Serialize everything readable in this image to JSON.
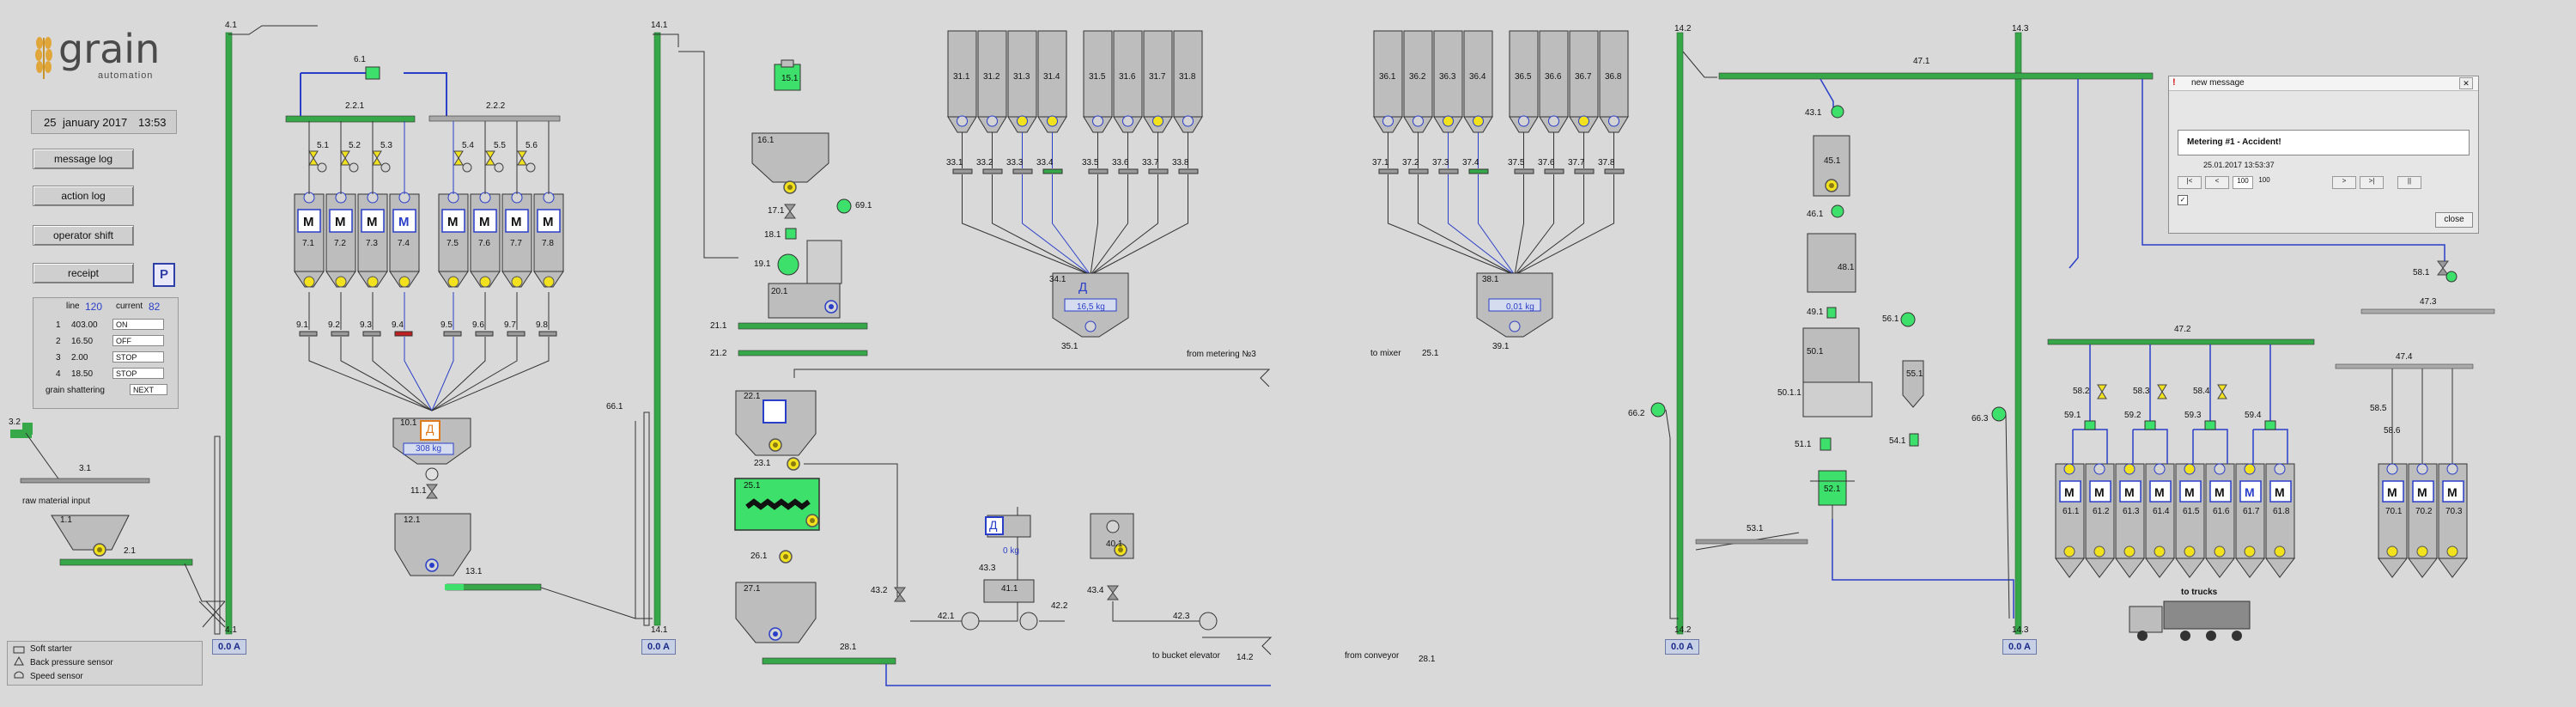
{
  "brand": {
    "name": "grain",
    "tagline": "automation"
  },
  "datetime": {
    "day": "25",
    "month": "january 2017",
    "time": "13:53"
  },
  "menu": {
    "message_log": "message log",
    "action_log": "action log",
    "operator_shift": "operator shift",
    "receipt": "receipt",
    "p_badge": "P"
  },
  "line_panel": {
    "line_label": "line",
    "line_value": "120",
    "current_label": "current",
    "current_value": "82",
    "rows": [
      {
        "n": "1",
        "value": "403.00",
        "state": "ON"
      },
      {
        "n": "2",
        "value": "16.50",
        "state": "OFF"
      },
      {
        "n": "3",
        "value": "2.00",
        "state": "STOP"
      },
      {
        "n": "4",
        "value": "18.50",
        "state": "STOP"
      }
    ],
    "shatter_label": "grain shattering",
    "shatter_state": "NEXT"
  },
  "legend": [
    "Soft starter",
    "Back pressure sensor",
    "Speed sensor"
  ],
  "elevators": [
    {
      "top": "4.1",
      "bottom": "4.1",
      "amps": "0.0 A"
    },
    {
      "top": "14.1",
      "bottom": "14.1",
      "amps": "0.0 A"
    },
    {
      "top": "14.2",
      "bottom": "14.2",
      "amps": "0.0 A"
    },
    {
      "top": "14.3",
      "bottom": "14.3",
      "amps": "0.0 A"
    }
  ],
  "flow_labels": {
    "raw_input": "raw material input",
    "from_metering": "from metering  №3",
    "to_mixer": "to mixer",
    "to_bucket": "to bucket elevator",
    "from_conveyor": "from conveyor",
    "to_trucks": "to trucks"
  },
  "scales": {
    "s10": "308 kg",
    "s34": "16,5 kg",
    "s38": "0,01 kg",
    "s43": "0 kg",
    "glyph": "Д"
  },
  "bins_a": [
    "31.1",
    "31.2",
    "31.3",
    "31.4",
    "31.5",
    "31.6",
    "31.7",
    "31.8"
  ],
  "bins_b": [
    "36.1",
    "36.2",
    "36.3",
    "36.4",
    "36.5",
    "36.6",
    "36.7",
    "36.8"
  ],
  "gates_a": [
    "33.1",
    "33.2",
    "33.3",
    "33.4",
    "33.5",
    "33.6",
    "33.7",
    "33.8"
  ],
  "gates_b": [
    "37.1",
    "37.2",
    "37.3",
    "37.4",
    "37.5",
    "37.6",
    "37.7",
    "37.8"
  ],
  "mixers_7": [
    "7.1",
    "7.2",
    "7.3",
    "7.4",
    "7.5",
    "7.6",
    "7.7",
    "7.8"
  ],
  "bins_61": [
    "61.1",
    "61.2",
    "61.3",
    "61.4",
    "61.5",
    "61.6",
    "61.7",
    "61.8"
  ],
  "bins_70": [
    "70.1",
    "70.2",
    "70.3"
  ],
  "tags": {
    "t2_2_1": "2.2.1",
    "t2_2_2": "2.2.2",
    "t6_1": "6.1",
    "t3_1": "3.1",
    "t3_2": "3.2",
    "t1_1": "1.1",
    "t2_1": "2.1",
    "t5": [
      "5.1",
      "5.2",
      "5.3",
      "5.4",
      "5.5",
      "5.6"
    ],
    "t9": [
      "9.1",
      "9.2",
      "9.3",
      "9.4",
      "9.5",
      "9.6",
      "9.7",
      "9.8"
    ],
    "t10_1": "10.1",
    "t11_1": "11.1",
    "t12_1": "12.1",
    "t13_1": "13.1",
    "t66_1": "66.1",
    "t15_1": "15.1",
    "t16_1": "16.1",
    "t17_1": "17.1",
    "t18_1": "18.1",
    "t19_1": "19.1",
    "t20_1": "20.1",
    "t69_1": "69.1",
    "t21_1": "21.1",
    "t21_2": "21.2",
    "t22_1": "22.1",
    "t23_1": "23.1",
    "t25_1": "25.1",
    "t26_1": "26.1",
    "t27_1": "27.1",
    "t28_1": "28.1",
    "t34_1": "34.1",
    "t35_1": "35.1",
    "t38_1": "38.1",
    "t39_1": "39.1",
    "t25_1b": "25.1",
    "t14_2": "14.2",
    "t43_2": "43.2",
    "t43_3": "43.3",
    "t41_1": "41.1",
    "t42_1": "42.1",
    "t42_2": "42.2",
    "t40_1": "40.1",
    "t43_4": "43.4",
    "t42_3": "42.3",
    "t28_1b": "28.1",
    "t47_1": "47.1",
    "t43_1": "43.1",
    "t45_1": "45.1",
    "t46_1": "46.1",
    "t48_1": "48.1",
    "t49_1": "49.1",
    "t56_1": "56.1",
    "t50_1": "50.1",
    "t50_1_1": "50.1.1",
    "t55_1": "55.1",
    "t54_1": "54.1",
    "t51_1": "51.1",
    "t52_1": "52.1",
    "t66_2": "66.2",
    "t53_1": "53.1",
    "t66_3": "66.3",
    "t47_2": "47.2",
    "t58": [
      "58.2",
      "58.3",
      "58.4"
    ],
    "t59": [
      "59.1",
      "59.2",
      "59.3",
      "59.4"
    ],
    "t58_1": "58.1",
    "t47_3": "47.3",
    "t47_4": "47.4",
    "t58_5": "58.5",
    "t58_6": "58.6"
  },
  "dialog": {
    "title": "new message",
    "message": "Metering #1 - Accident!",
    "timestamp": "25.01.2017 13:53:37",
    "nav": [
      "|<",
      "<",
      "100",
      "100",
      ">",
      ">|"
    ],
    "pause": "||",
    "close_label": "close"
  },
  "colors": {
    "bg": "#d9d9d9",
    "pipe_green": "#37a84a",
    "pipe_blue": "#2a3fc8",
    "device_gray": "#b8b8b8",
    "active_green": "#3ce06a",
    "accent_yellow": "#f2e21e"
  }
}
